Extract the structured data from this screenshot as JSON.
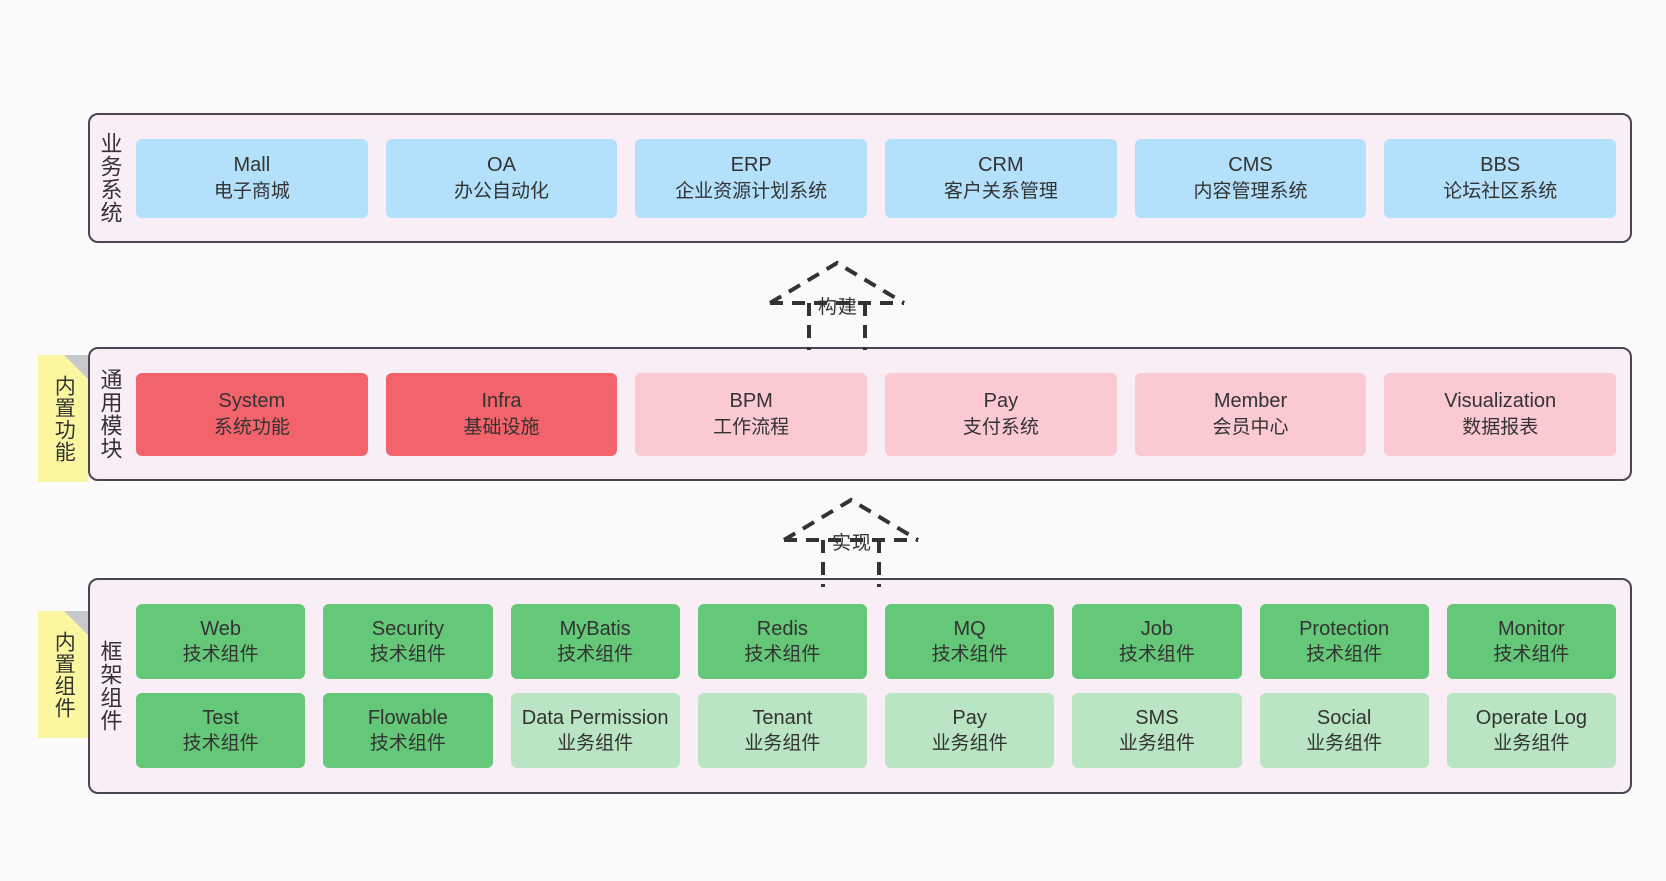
{
  "diagram": {
    "title": "业务系统 / 通用模块 / 框架组件 架构分层图",
    "background_color": "#fafafa",
    "layer_fill": "#f9eef6",
    "layer_border": "#4a4453",
    "note_color": "#fbf7a0",
    "colors": {
      "business": "#b3e0fb",
      "module_primary": "#f2636b",
      "module_secondary": "#fbc9d1",
      "tech_component": "#64c878",
      "business_component": "#b9e5c2"
    }
  },
  "layers": [
    {
      "key": "business",
      "title": "业务系统",
      "rows": [
        [
          {
            "name": "Mall",
            "desc": "电子商城",
            "color": "blue"
          },
          {
            "name": "OA",
            "desc": "办公自动化",
            "color": "blue"
          },
          {
            "name": "ERP",
            "desc": "企业资源计划系统",
            "color": "blue"
          },
          {
            "name": "CRM",
            "desc": "客户关系管理",
            "color": "blue"
          },
          {
            "name": "CMS",
            "desc": "内容管理系统",
            "color": "blue"
          },
          {
            "name": "BBS",
            "desc": "论坛社区系统",
            "color": "blue"
          }
        ]
      ]
    },
    {
      "key": "modules",
      "title": "通用模块",
      "note": "内置功能",
      "rows": [
        [
          {
            "name": "System",
            "desc": "系统功能",
            "color": "red"
          },
          {
            "name": "Infra",
            "desc": "基础设施",
            "color": "red"
          },
          {
            "name": "BPM",
            "desc": "工作流程",
            "color": "pink"
          },
          {
            "name": "Pay",
            "desc": "支付系统",
            "color": "pink"
          },
          {
            "name": "Member",
            "desc": "会员中心",
            "color": "pink"
          },
          {
            "name": "Visualization",
            "desc": "数据报表",
            "color": "pink"
          }
        ]
      ]
    },
    {
      "key": "framework",
      "title": "框架组件",
      "note": "内置组件",
      "rows": [
        [
          {
            "name": "Web",
            "desc": "技术组件",
            "color": "green"
          },
          {
            "name": "Security",
            "desc": "技术组件",
            "color": "green"
          },
          {
            "name": "MyBatis",
            "desc": "技术组件",
            "color": "green"
          },
          {
            "name": "Redis",
            "desc": "技术组件",
            "color": "green"
          },
          {
            "name": "MQ",
            "desc": "技术组件",
            "color": "green"
          },
          {
            "name": "Job",
            "desc": "技术组件",
            "color": "green"
          },
          {
            "name": "Protection",
            "desc": "技术组件",
            "color": "green"
          },
          {
            "name": "Monitor",
            "desc": "技术组件",
            "color": "green"
          }
        ],
        [
          {
            "name": "Test",
            "desc": "技术组件",
            "color": "green"
          },
          {
            "name": "Flowable",
            "desc": "技术组件",
            "color": "green"
          },
          {
            "name": "Data Permission",
            "desc": "业务组件",
            "color": "lgreen"
          },
          {
            "name": "Tenant",
            "desc": "业务组件",
            "color": "lgreen"
          },
          {
            "name": "Pay",
            "desc": "业务组件",
            "color": "lgreen"
          },
          {
            "name": "SMS",
            "desc": "业务组件",
            "color": "lgreen"
          },
          {
            "name": "Social",
            "desc": "业务组件",
            "color": "lgreen"
          },
          {
            "name": "Operate Log",
            "desc": "业务组件",
            "color": "lgreen"
          }
        ]
      ]
    }
  ],
  "connectors": [
    {
      "key": "build",
      "label": "构建",
      "from": "modules",
      "to": "business",
      "style": "dashed-generalization"
    },
    {
      "key": "implement",
      "label": "实现",
      "from": "framework",
      "to": "modules",
      "style": "dashed-generalization"
    }
  ]
}
